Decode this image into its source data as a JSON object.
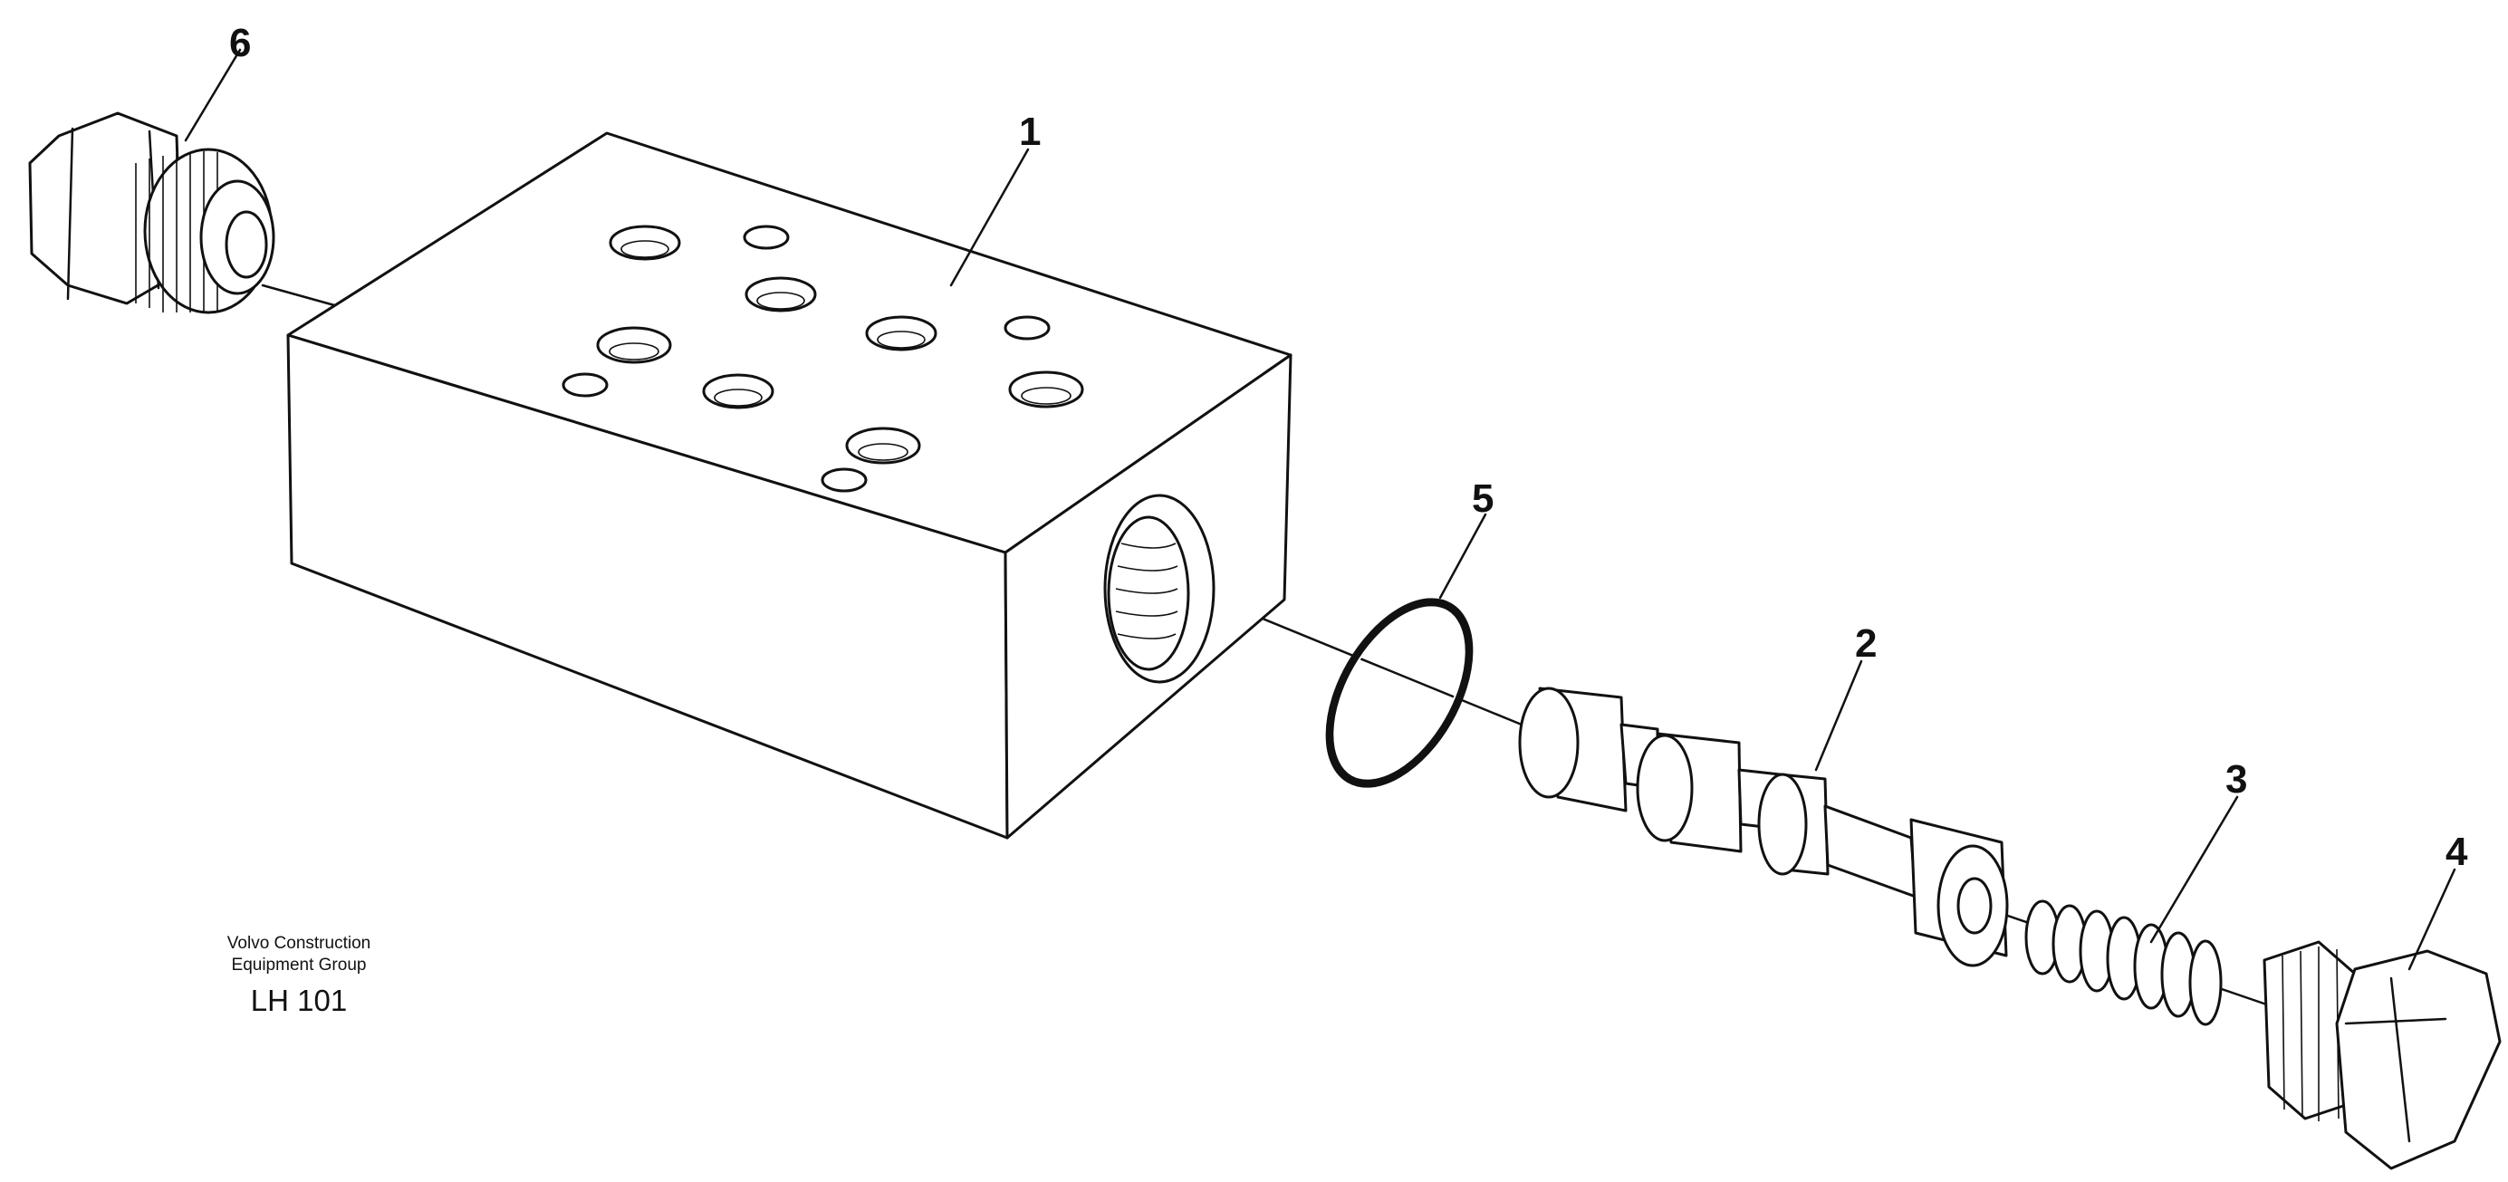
{
  "callouts": {
    "c1": "1",
    "c2": "2",
    "c3": "3",
    "c4": "4",
    "c5": "5",
    "c6": "6"
  },
  "caption": {
    "line1": "Volvo Construction",
    "line2": "Equipment Group",
    "code": "LH 101"
  }
}
